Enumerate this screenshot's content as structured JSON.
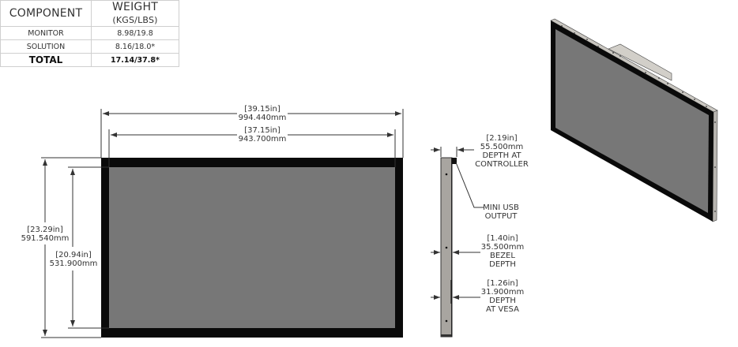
{
  "weight_table": {
    "headers": {
      "component": "COMPONENT",
      "weight_main": "WEIGHT ",
      "weight_unit": "(KGS/LBS)"
    },
    "rows": [
      {
        "component": "MONITOR",
        "weight": "8.98/19.8"
      },
      {
        "component": "SOLUTION",
        "weight": "8.16/18.0*"
      }
    ],
    "total": {
      "component": "TOTAL",
      "weight": "17.14/37.8*"
    }
  },
  "front_view": {
    "overall_width": {
      "in": "[39.15in]",
      "mm": "994.440mm"
    },
    "viewable_width": {
      "in": "[37.15in]",
      "mm": "943.700mm"
    },
    "overall_height": {
      "in": "[23.29in]",
      "mm": "591.540mm"
    },
    "viewable_height": {
      "in": "[20.94in]",
      "mm": "531.900mm"
    }
  },
  "side_view": {
    "controller_depth": {
      "in": "[2.19in]",
      "mm": "55.500mm",
      "line1": "DEPTH AT",
      "line2": "CONTROLLER"
    },
    "mini_usb": {
      "line1": "MINI USB",
      "line2": "OUTPUT"
    },
    "bezel_depth": {
      "in": "[1.40in]",
      "mm": "35.500mm",
      "line1": "BEZEL",
      "line2": "DEPTH"
    },
    "vesa_depth": {
      "in": "[1.26in]",
      "mm": "31.900mm",
      "line1": "DEPTH",
      "line2": "AT VESA"
    }
  },
  "colors": {
    "bezel": "#0a0a0a",
    "screen": "#777777",
    "side_metal": "#a8a5a0",
    "dim_line": "#333333"
  }
}
